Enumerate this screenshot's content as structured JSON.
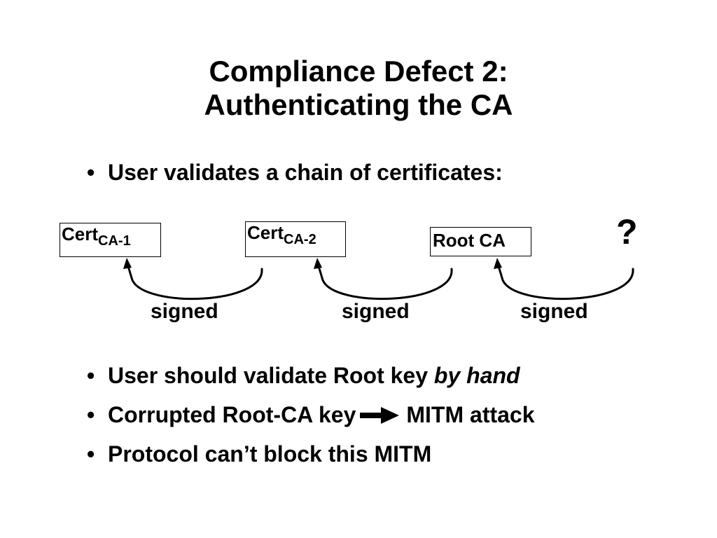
{
  "slide": {
    "title_line1": "Compliance Defect 2:",
    "title_line2": "Authenticating the CA",
    "bullet_char": "•",
    "bullet1": "User validates a chain of certificates:",
    "bullet2_text": "User should validate Root key ",
    "bullet2_emph": "by hand",
    "bullet3_left": "Corrupted Root-CA key",
    "bullet3_right": "MITM attack",
    "bullet4": "Protocol can’t block this MITM"
  },
  "diagram": {
    "cert1_main": "Cert",
    "cert1_sub": "CA-1",
    "cert2_main": "Cert",
    "cert2_sub": "CA-2",
    "root_label": "Root CA",
    "question_mark": "?",
    "signed_labels": [
      "signed",
      "signed",
      "signed"
    ]
  }
}
